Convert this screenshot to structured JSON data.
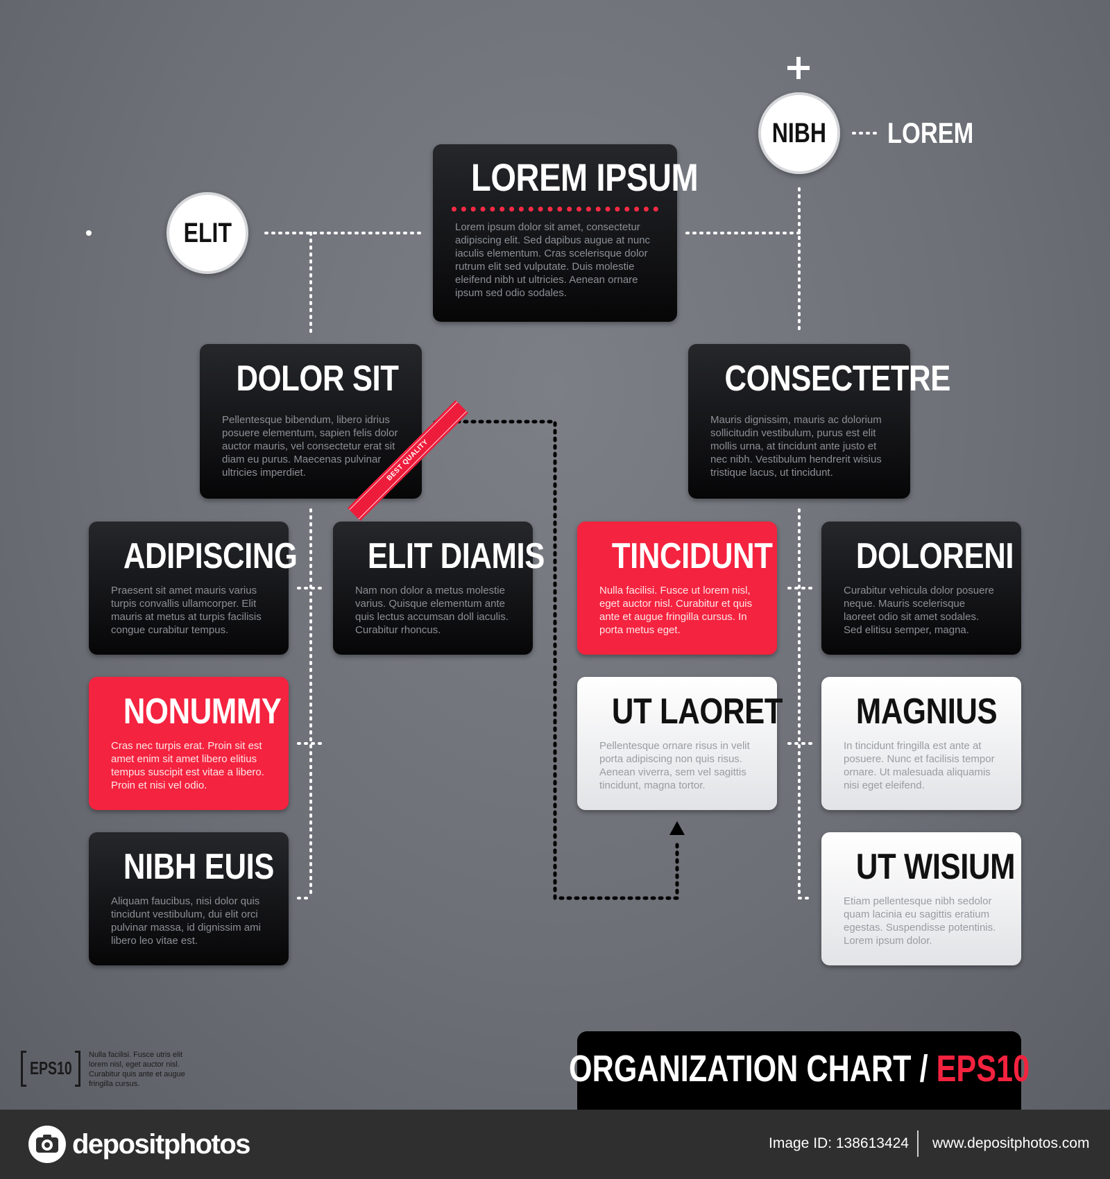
{
  "title": "ORGANIZATION CHART",
  "title_separator": "/",
  "title_format": "EPS10",
  "root": {
    "title": "LOREM IPSUM",
    "text": "Lorem ipsum dolor sit amet, consectetur adipiscing elit. Sed dapibus augue at nunc iaculis elementum. Cras scelerisque dolor rutrum elit sed vulputate. Duis molestie eleifend nibh ut ultricies. Aenean ornare ipsum sed odio sodales."
  },
  "circles": {
    "left": "ELIT",
    "right": "NIBH",
    "right_label": "LOREM"
  },
  "branches": {
    "left": {
      "title": "DOLOR SIT",
      "text": "Pellentesque bibendum, libero idrius posuere elementum, sapien felis dolor auctor mauris, vel consectetur erat sit diam eu purus. Maecenas pulvinar ultricies imperdiet.",
      "ribbon": "BEST QUALITY"
    },
    "right": {
      "title": "CONSECTETRE",
      "text": "Mauris dignissim, mauris ac dolorium sollicitudin vestibulum, purus est elit mollis urna, at tincidunt ante justo et nec nibh. Vestibulum hendrerit wisius tristique lacus, ut tincidunt."
    }
  },
  "nodes": {
    "adipiscing": {
      "title": "ADIPISCING",
      "text": "Praesent sit amet mauris varius turpis convallis ullamcorper. Elit mauris at metus at turpis facilisis congue curabitur tempus."
    },
    "elit_diamis": {
      "title": "ELIT DIAMIS",
      "text": "Nam non dolor a metus molestie varius. Quisque elementum ante quis lectus accumsan doll iaculis. Curabitur rhoncus."
    },
    "nonummy": {
      "title": "NONUMMY",
      "text": "Cras nec turpis erat. Proin sit est amet enim sit amet libero elitius tempus suscipit est vitae a libero. Proin et nisi vel odio."
    },
    "nibh_euis": {
      "title": "NIBH EUIS",
      "text": "Aliquam faucibus, nisi dolor quis tincidunt vestibulum, dui elit orci pulvinar massa, id dignissim ami libero leo vitae est."
    },
    "tincidunt": {
      "title": "TINCIDUNT",
      "text": "Nulla facilisi. Fusce ut lorem nisl, eget auctor nisl. Curabitur et quis ante et augue fringilla cursus. In porta metus eget."
    },
    "ut_laoret": {
      "title": "UT LAORET",
      "text": "Pellentesque ornare risus in velit porta adipiscing non quis risus. Aenean viverra, sem vel sagittis tincidunt, magna tortor."
    },
    "doloreni": {
      "title": "DOLORENI",
      "text": "Curabitur vehicula dolor posuere neque. Mauris scelerisque laoreet odio sit amet sodales. Sed elitisu semper, magna."
    },
    "magnius": {
      "title": "MAGNIUS",
      "text": "In tincidunt fringilla est ante at posuere. Nunc et facilisis tempor ornare. Ut malesuada aliquamis nisi eget eleifend."
    },
    "ut_wisium": {
      "title": "UT WISIUM",
      "text": "Etiam pellentesque nibh sedolor quam lacinia eu sagittis eratium egestas. Suspendisse potentinis. Lorem ipsum dolor."
    }
  },
  "badge": "EPS10",
  "footnote": "Nulla facilisi. Fusce utris elit lorem nisl, eget auctor nisl. Curabitur quis ante et augue fringilla cursus.",
  "watermark": {
    "brand": "depositphotos",
    "image_id": "Image ID: 138613424",
    "url": "www.depositphotos.com"
  },
  "colors": {
    "accent": "#f4233f",
    "dark_box": "#0f1012",
    "background": "#6f7279",
    "connector": "#ffffff"
  },
  "icons": {
    "plus": "plus-icon",
    "logo": "camera-logo-icon"
  }
}
